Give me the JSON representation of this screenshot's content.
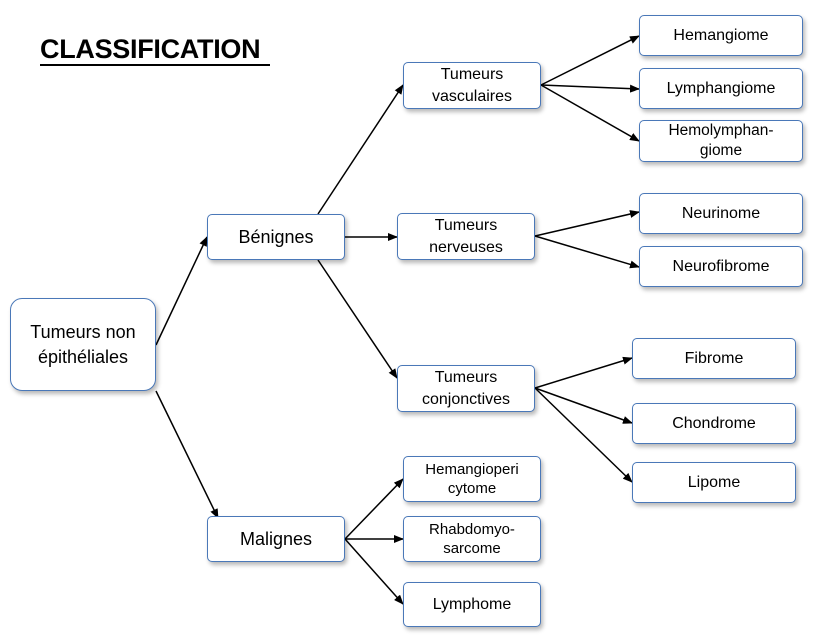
{
  "title": "CLASSIFICATION",
  "colors": {
    "box_border": "#4a78b8",
    "box_background": "#ffffff",
    "arrow": "#000000"
  },
  "nodes": {
    "root": "Tumeurs non\népithéliales",
    "benignes": "Bénignes",
    "malignes": "Malignes",
    "tumeurs_vasculaires": "Tumeurs\nvasculaires",
    "tumeurs_nerveuses": "Tumeurs\nnerveuses",
    "tumeurs_conjonctives": "Tumeurs\nconjonctives",
    "hemangiome": "Hemangiome",
    "lymphangiome": "Lymphangiome",
    "hemolymphangiome": "Hemolymphan-\ngiome",
    "neurinome": "Neurinome",
    "neurofibrome": "Neurofibrome",
    "fibrome": "Fibrome",
    "chondrome": "Chondrome",
    "lipome": "Lipome",
    "hemangiopericytome": "Hemangioperi\ncytome",
    "rhabdomyosarcome": "Rhabdomyo-\nsarcome",
    "lymphome": "Lymphome"
  },
  "edges": [
    [
      "root",
      "benignes"
    ],
    [
      "root",
      "malignes"
    ],
    [
      "benignes",
      "tumeurs_vasculaires"
    ],
    [
      "benignes",
      "tumeurs_nerveuses"
    ],
    [
      "benignes",
      "tumeurs_conjonctives"
    ],
    [
      "tumeurs_vasculaires",
      "hemangiome"
    ],
    [
      "tumeurs_vasculaires",
      "lymphangiome"
    ],
    [
      "tumeurs_vasculaires",
      "hemolymphangiome"
    ],
    [
      "tumeurs_nerveuses",
      "neurinome"
    ],
    [
      "tumeurs_nerveuses",
      "neurofibrome"
    ],
    [
      "tumeurs_conjonctives",
      "fibrome"
    ],
    [
      "tumeurs_conjonctives",
      "chondrome"
    ],
    [
      "tumeurs_conjonctives",
      "lipome"
    ],
    [
      "malignes",
      "hemangiopericytome"
    ],
    [
      "malignes",
      "rhabdomyosarcome"
    ],
    [
      "malignes",
      "lymphome"
    ]
  ]
}
